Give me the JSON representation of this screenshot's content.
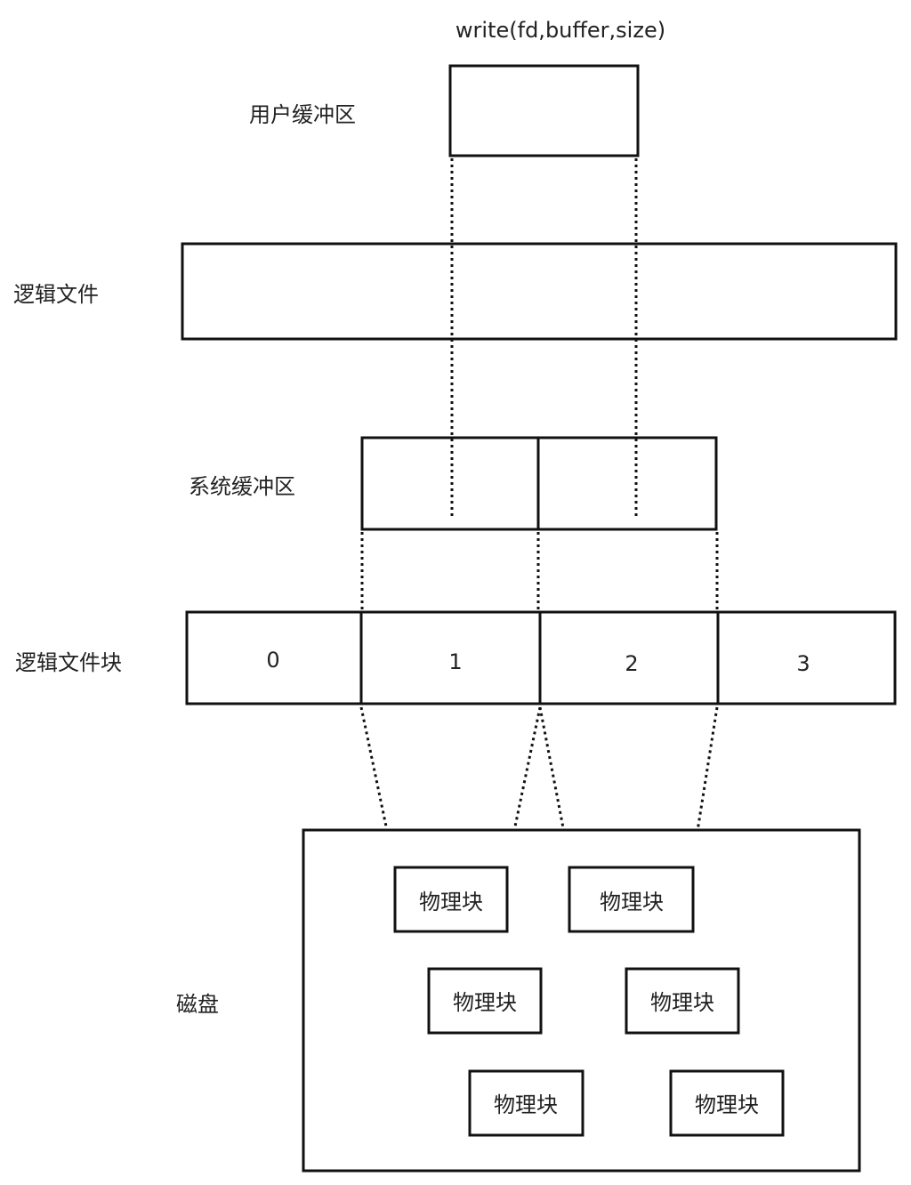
{
  "title": "write(fd,buffer,size)",
  "labels": {
    "user_buffer": "用户缓冲区",
    "logical_file": "逻辑文件",
    "system_buffer": "系统缓冲区",
    "logical_file_blocks": "逻辑文件块",
    "disk": "磁盘"
  },
  "logical_blocks": [
    "0",
    "1",
    "2",
    "3"
  ],
  "physical_blocks": [
    "物理块",
    "物理块",
    "物理块",
    "物理块",
    "物理块",
    "物理块"
  ]
}
